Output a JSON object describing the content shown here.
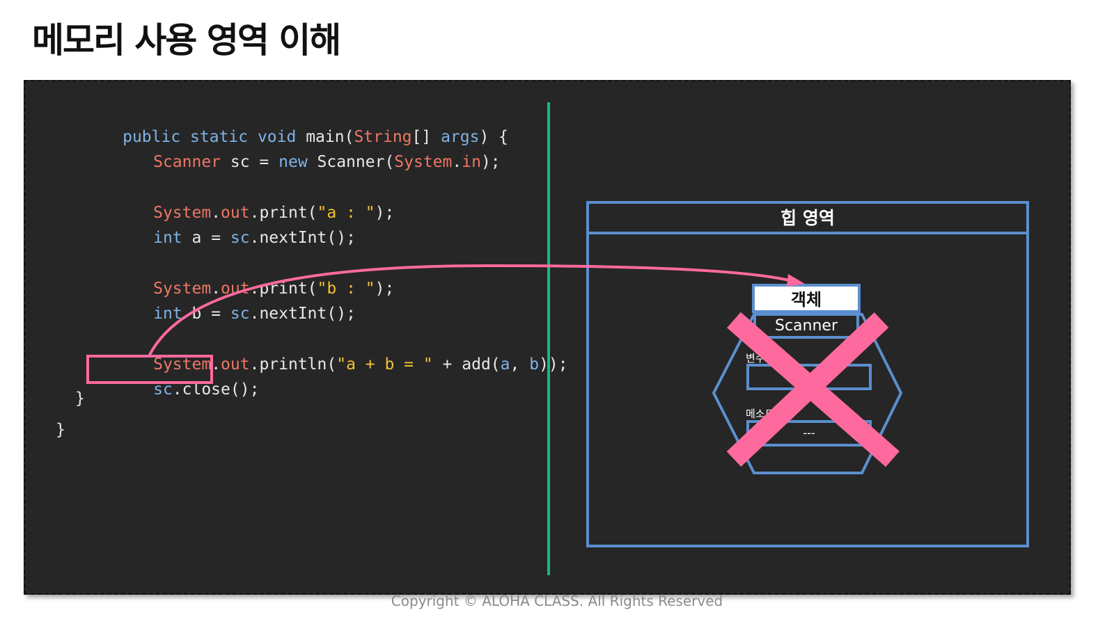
{
  "page_title": "메모리 사용 영역 이해",
  "code": {
    "line1": {
      "kw": "public static void",
      "fn": " main(",
      "type": "String",
      "rest": "[] ",
      "param": "args",
      "end": ") {"
    },
    "line2": {
      "type": "Scanner",
      "var": " sc",
      "eq": " = ",
      "kw": "new",
      "ctor": " Scanner(",
      "cls": "System",
      "dot": ".",
      "field": "in",
      "end": ");"
    },
    "line3": {
      "cls": "System",
      "dot1": ".",
      "field": "out",
      "call": ".print(",
      "str": "\"a : \"",
      "end": ");"
    },
    "line4": {
      "kw": "int",
      "var": " a",
      "eq": " = ",
      "obj": "sc",
      "call": ".nextInt();"
    },
    "line5": {
      "cls": "System",
      "dot1": ".",
      "field": "out",
      "call": ".print(",
      "str": "\"b : \"",
      "end": ");"
    },
    "line6": {
      "kw": "int",
      "var": " b",
      "eq": " = ",
      "obj": "sc",
      "call": ".nextInt();"
    },
    "line7": {
      "cls": "System",
      "dot1": ".",
      "field": "out",
      "call": ".println(",
      "str": "\"a + b = \"",
      "plus": " + add(",
      "a": "a",
      "comma": ", ",
      "b": "b",
      "end": "));"
    },
    "line8": {
      "obj": "sc",
      "call": ".close();"
    },
    "close_inner": "}",
    "close_outer": "}"
  },
  "heap": {
    "title": "힙 영역",
    "object_label": "객체",
    "class_name": "Scanner",
    "variables_label": "변수",
    "methods_label": "메소드",
    "method_value": "---"
  },
  "colors": {
    "background": "#262626",
    "heap_border": "#5b8fcf",
    "divider": "#14b88d",
    "highlight": "#ff6a9e"
  },
  "copyright": "Copyright © ALOHA CLASS. All Rights Reserved"
}
